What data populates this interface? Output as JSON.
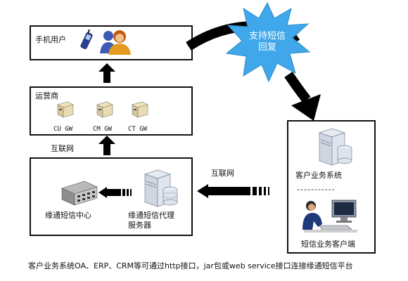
{
  "mobile_box": {
    "label": "手机用户"
  },
  "carrier_box": {
    "label": "运营商",
    "gateways": [
      "CU GW",
      "CM GW",
      "CT GW"
    ]
  },
  "center_box": {
    "sms_center_label": "缘通短信中心",
    "proxy_label_line1": "缘通短信代理",
    "proxy_label_line2": "服务器"
  },
  "client_box": {
    "system_label": "客户业务系统",
    "separator": "-----------",
    "client_label": "短信业务客户端"
  },
  "labels": {
    "internet_left": "互联网",
    "internet_mid": "互联网"
  },
  "callout": {
    "line1": "支持短信",
    "line2": "回复",
    "color": "#3fa7ea"
  },
  "caption": "客户业务系统OA、ERP、CRM等可通过http接口，jar包或web service接口连接缘通短信平台"
}
